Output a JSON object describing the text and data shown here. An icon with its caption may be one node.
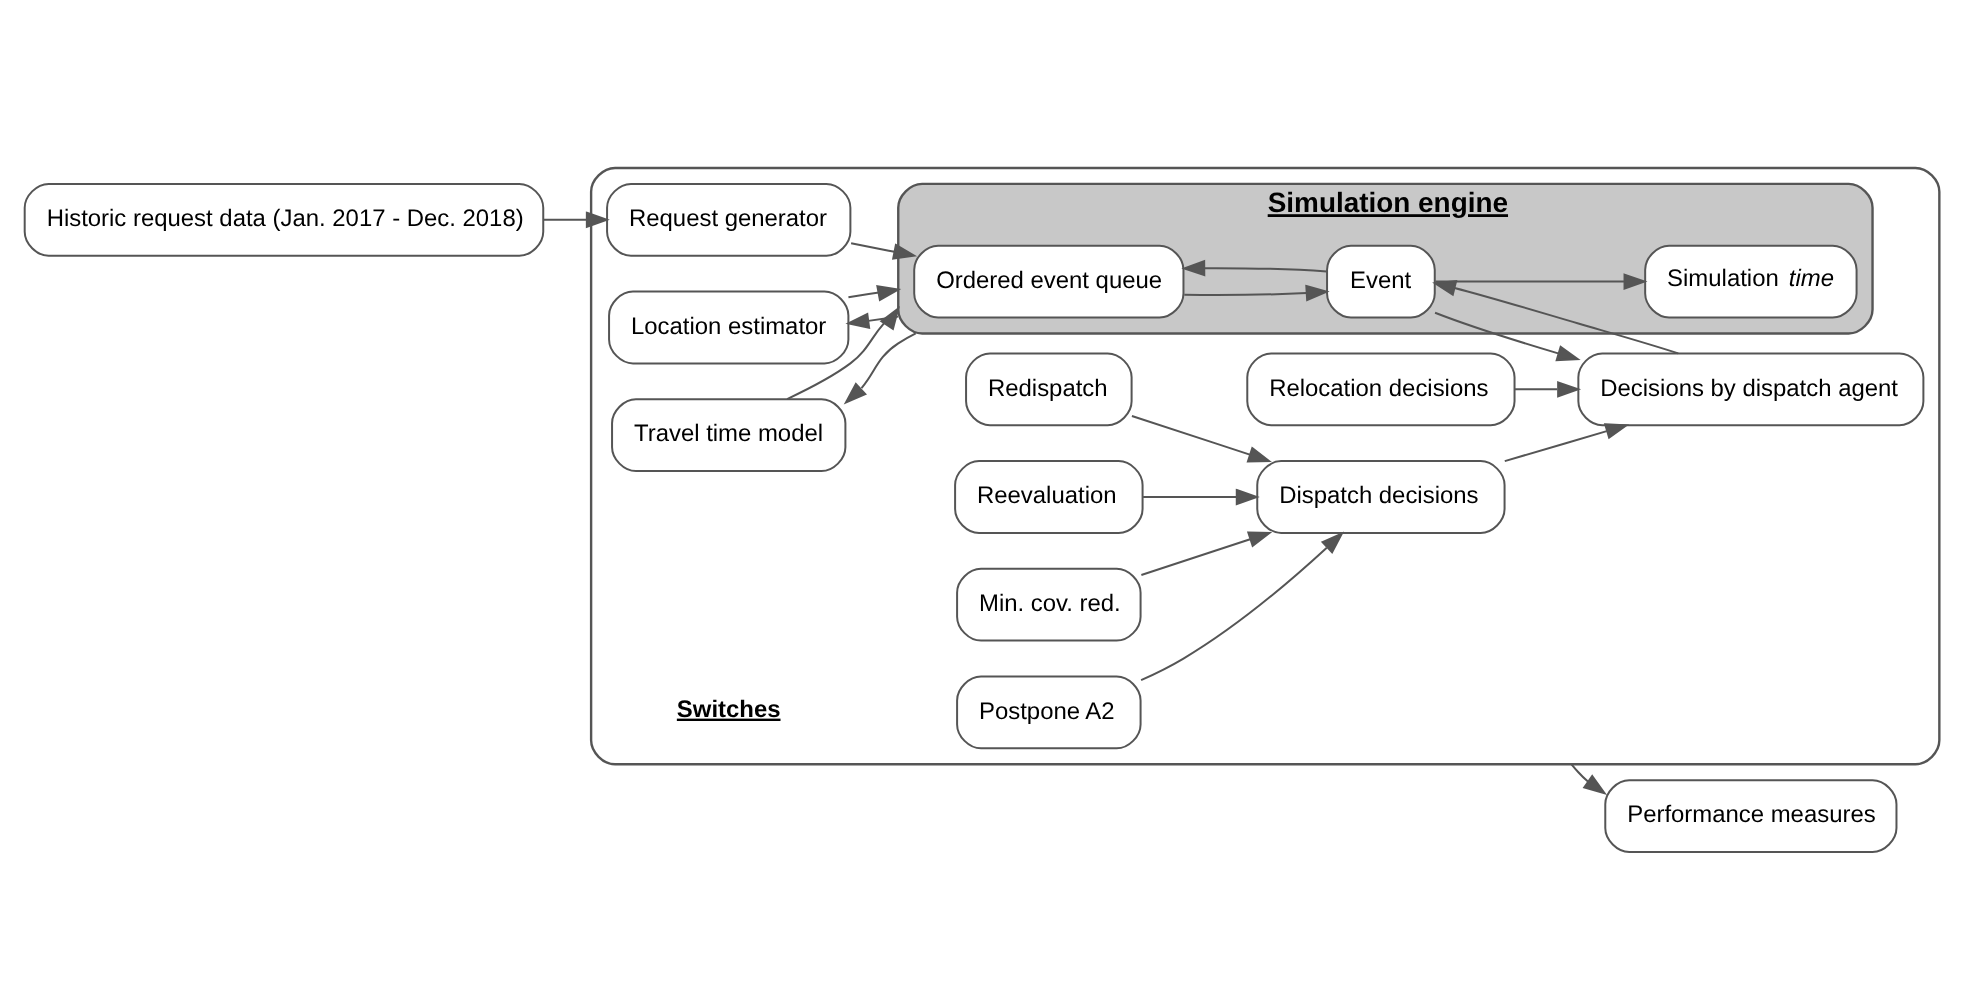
{
  "diagram": {
    "nodes": [
      {
        "text": [],
        "shape": "box"
      },
      {
        "text": [
          "Historic request data (Jan. 2017 - Dec. 2018)"
        ]
      },
      {
        "text": [
          "Location estimator"
        ],
        "in": 0
      },
      {
        "text": [
          "Travel time model"
        ],
        "in": 0
      },
      {
        "text": [
          "Request generator"
        ],
        "in": 0
      },
      {
        "text": [
          "Simulation engine"
        ],
        "in": 0
      },
      {
        "text": [
          "Simulation *time*"
        ],
        "in": 5
      },
      {
        "text": [
          "Ordered event queue"
        ],
        "in": 5
      },
      {
        "text": [
          "Event"
        ],
        "in": 5
      },
      {
        "text": [
          "Relocation decisions"
        ],
        "in": 0
      },
      {
        "text": [
          "Dispatch decisions"
        ],
        "in": 0
      },
      {
        "text": [
          "Decisions by dispatch agent"
        ],
        "in": 0
      },
      {
        "text": [
          "Redispatch"
        ],
        "in": 0
      },
      {
        "text": [
          "Reevaluation"
        ],
        "in": 0
      },
      {
        "text": [
          "Min. cov. red."
        ],
        "in": 0
      },
      {
        "text": [
          "Postpone A2"
        ],
        "in": 0
      },
      {
        "text": [
          "Performance measures"
        ]
      }
    ],
    "edges": [
      {
        "from": 5,
        "to": 2,
        "arrow": "to"
      },
      {
        "from": 2,
        "to": 5,
        "arrow": "to"
      },
      {
        "from": 5,
        "to": 3,
        "arrow": "to"
      },
      {
        "from": 3,
        "to": 5,
        "arrow": "to"
      },
      {
        "from": 1,
        "to": 4,
        "arrow": "to"
      },
      {
        "from": 4,
        "to": 7,
        "arrow": "to"
      },
      {
        "from": 7,
        "to": 8,
        "arrow": "to"
      },
      {
        "from": 8,
        "to": 7,
        "arrow": "to"
      },
      {
        "from": 8,
        "to": 6,
        "arrow": "to"
      },
      {
        "from": 8,
        "to": 11,
        "arrow": "to"
      },
      {
        "from": 11,
        "to": 8,
        "arrow": "to"
      },
      {
        "from": 0,
        "to": 16,
        "arrow": "to"
      },
      {
        "from": 12,
        "to": 10,
        "arrow": "to"
      },
      {
        "from": 13,
        "to": 10,
        "arrow": "to"
      },
      {
        "from": 14,
        "to": 10,
        "arrow": "to"
      },
      {
        "from": 15,
        "to": 10,
        "arrow": "to"
      },
      {
        "from": 9,
        "to": 11,
        "arrow": "to"
      },
      {
        "from": 10,
        "to": 11,
        "arrow": "to"
      }
    ],
    "labels": [
      "Switches"
    ]
  }
}
